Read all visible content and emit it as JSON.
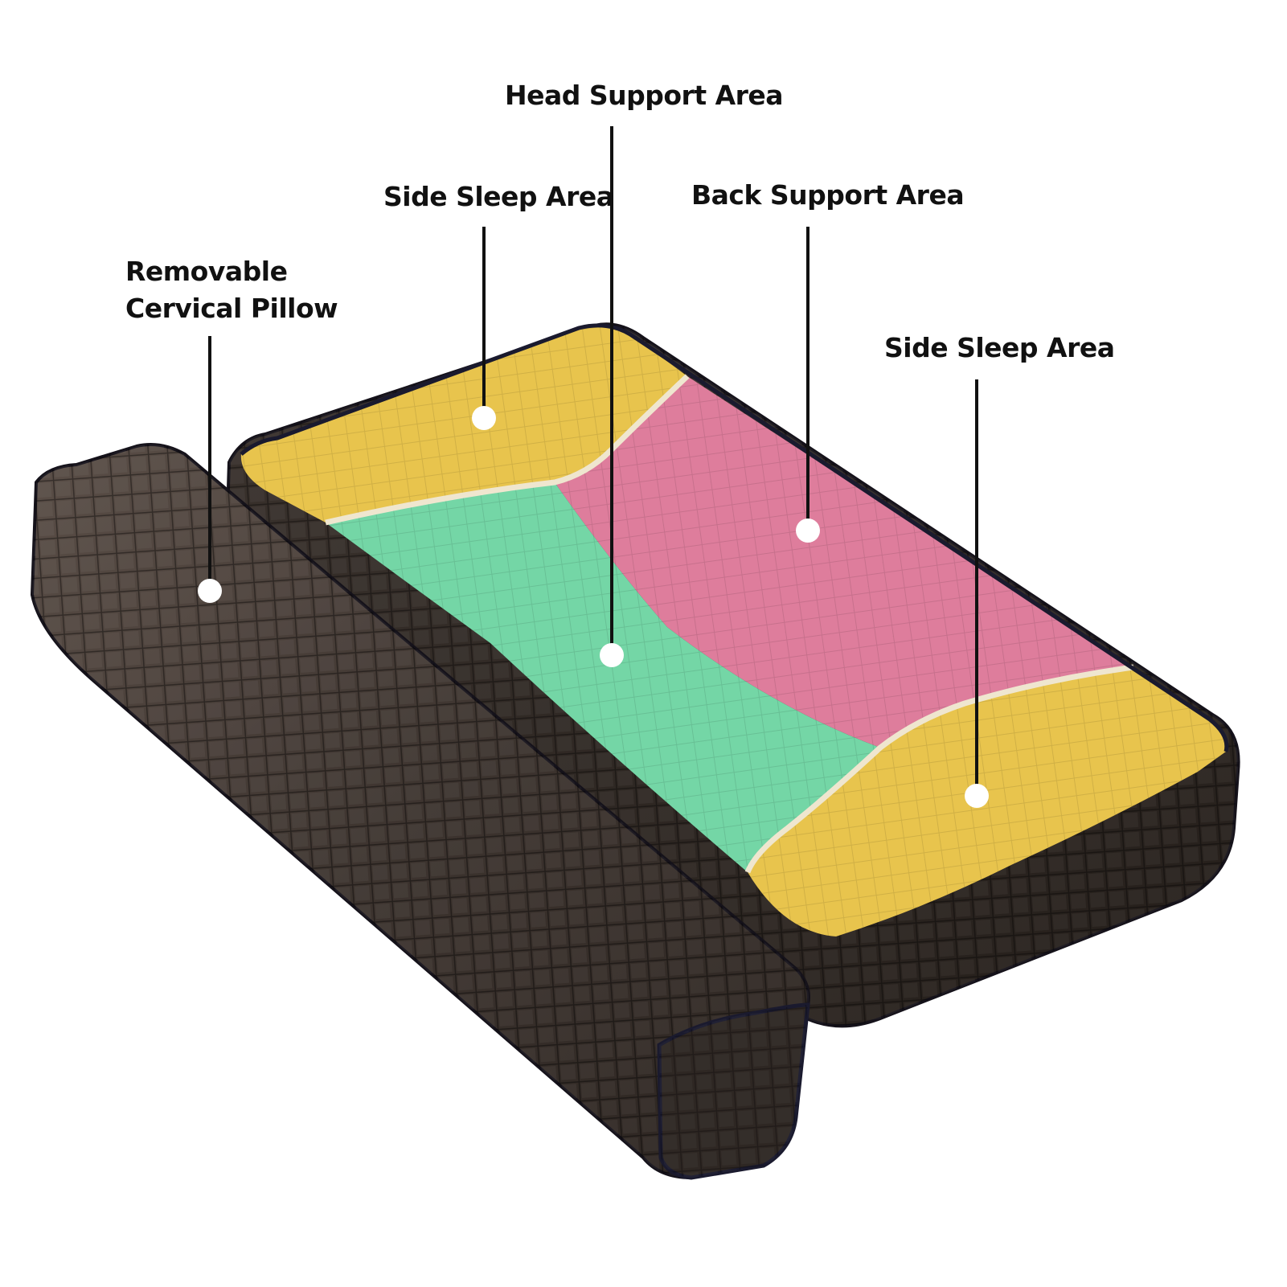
{
  "labels": {
    "head_support": "Head Support Area",
    "side_sleep_top": "Side Sleep Area",
    "back_support": "Back Support Area",
    "cervical_line1": "Removable",
    "cervical_line2": "Cervical Pillow",
    "side_sleep_right": "Side Sleep Area"
  },
  "colors": {
    "yellow_zone": "#e8c44d",
    "green_zone": "#74d6a6",
    "pink_zone": "#de7d9c",
    "cervical_fabric": "#3d342f",
    "base_fabric": "#2f2824",
    "piping": "#1a1a2e",
    "divider": "#efe6cf",
    "marker_dot": "#ffffff",
    "leader_line": "#111111"
  },
  "icons": {
    "marker": "circle-dot-icon",
    "grid_texture": "quilted-grid-pattern"
  }
}
